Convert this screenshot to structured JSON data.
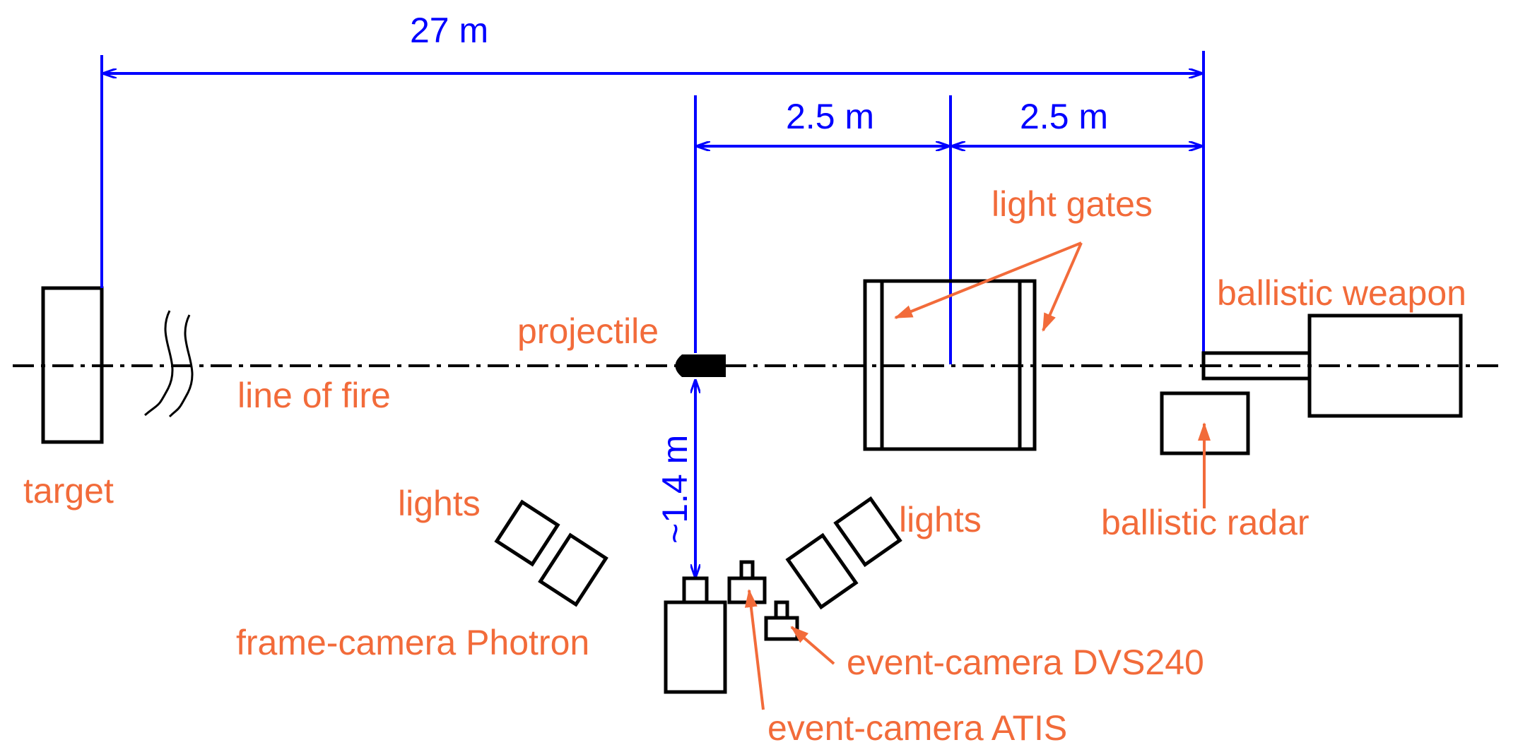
{
  "colors": {
    "dimension": "#0000ff",
    "annotation": "#f26b3a",
    "object": "#000000"
  },
  "dimensions": {
    "total": "27 m",
    "gate_to_projectile": "2.5 m",
    "weapon_to_gate": "2.5 m",
    "lateral": "~1.4 m"
  },
  "labels": {
    "target": "target",
    "line_of_fire": "line of fire",
    "projectile": "projectile",
    "light_gates": "light gates",
    "ballistic_weapon": "ballistic weapon",
    "ballistic_radar": "ballistic radar",
    "lights_left": "lights",
    "lights_right": "lights",
    "frame_camera": "frame-camera Photron",
    "event_camera_dvs": "event-camera DVS240",
    "event_camera_atis": "event-camera ATIS"
  }
}
